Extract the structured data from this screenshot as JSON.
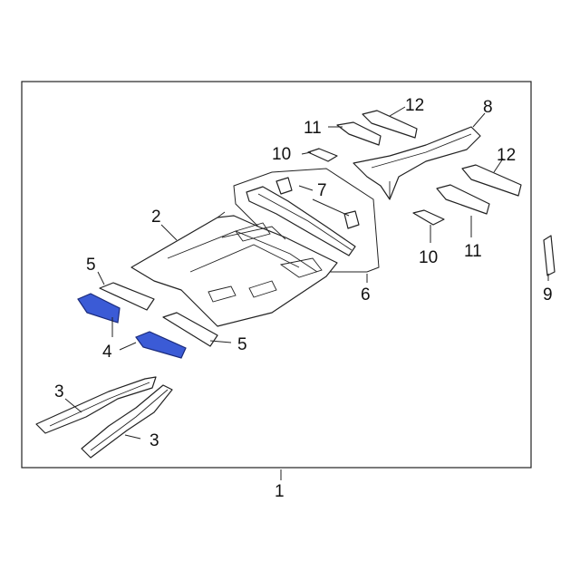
{
  "diagram": {
    "frame_label": "1",
    "callouts": {
      "floor_pan": "2",
      "side_rail_left": "3",
      "side_rail_right": "3",
      "highlighted_bracket": "4",
      "bracket_top": "5",
      "bracket_right": "5",
      "crossmember_group": "6",
      "reinforcement": "7",
      "rear_crossmember": "8",
      "pillar_extension": "9",
      "small_bracket_top": "10",
      "small_bracket_right": "10",
      "mount_top": "11",
      "mount_right": "11",
      "mount_far_top": "12",
      "mount_far_right": "12"
    },
    "highlight_color": "#3b5bd6",
    "icons": [
      "floor-pan-icon",
      "side-rail-icon",
      "bracket-icon",
      "crossmember-icon"
    ]
  }
}
